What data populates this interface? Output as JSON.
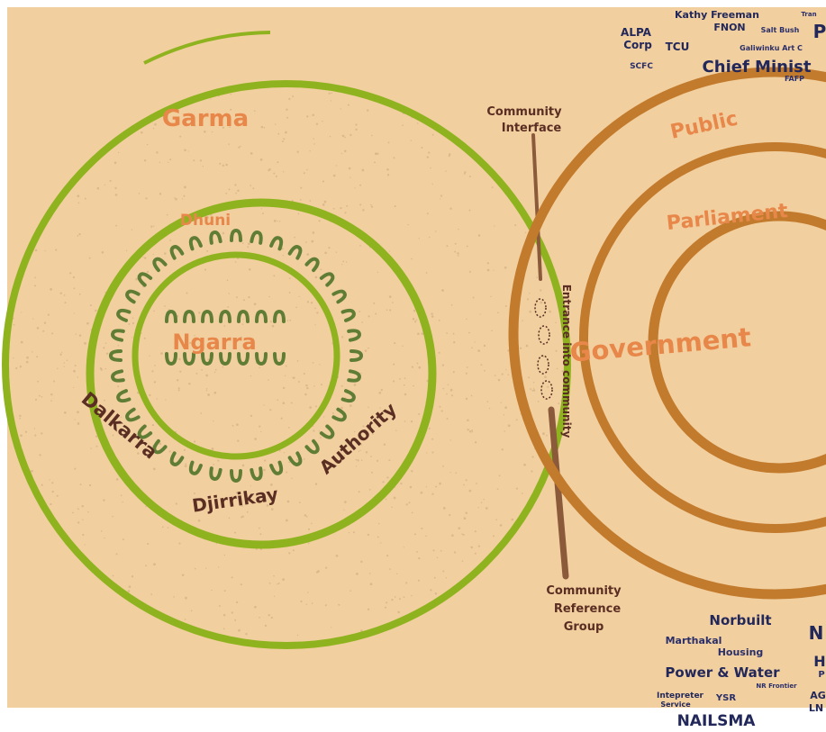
{
  "colors": {
    "background": "#f2cf9f",
    "green": "#8fb31e",
    "dark_green": "#5f7d35",
    "orange_ring": "#c27a2c",
    "brown_text": "#5a2e22",
    "orange_text": "#e8874a",
    "ink_text": "#22285a",
    "stick": "#8a5a3a"
  },
  "left": {
    "garma": "Garma",
    "dhuni": "Dhuni",
    "ngarra": "Ngarra",
    "dalkarra": "Dalkarra",
    "djirrikay": "Djirrikay",
    "authority": "Authority"
  },
  "middle": {
    "community_interface": [
      "Community",
      "Interface"
    ],
    "entrance": "Entrance into community",
    "community_reference_group": [
      "Community",
      "Reference",
      "Group"
    ]
  },
  "right": {
    "public": "Public",
    "parliament": "Parliament",
    "government": "Government"
  },
  "orgs_top": {
    "kathy_freeman": "Kathy Freeman",
    "fnon": "FNON",
    "salt_bush": "Salt Bush",
    "tran": "Tran",
    "p": "P",
    "alpa": "ALPA",
    "corp": "Corp",
    "tcu": "TCU",
    "galiwinku_art": "Galiwinku Art C",
    "scfc": "SCFC",
    "chief_minist": "Chief Minist",
    "fafp": "FAFP"
  },
  "orgs_bottom": {
    "norbuilt": "Norbuilt",
    "n": "N",
    "marthakal": "Marthakal",
    "housing": "Housing",
    "h": "H",
    "power_water": "Power & Water",
    "p": "P",
    "nr_frontier": "NR Frontier",
    "ag": "AG",
    "interpreter": "Intepreter",
    "service": "Service",
    "ysr": "YSR",
    "ln": "LN",
    "nailsma": "NAILSMA"
  }
}
